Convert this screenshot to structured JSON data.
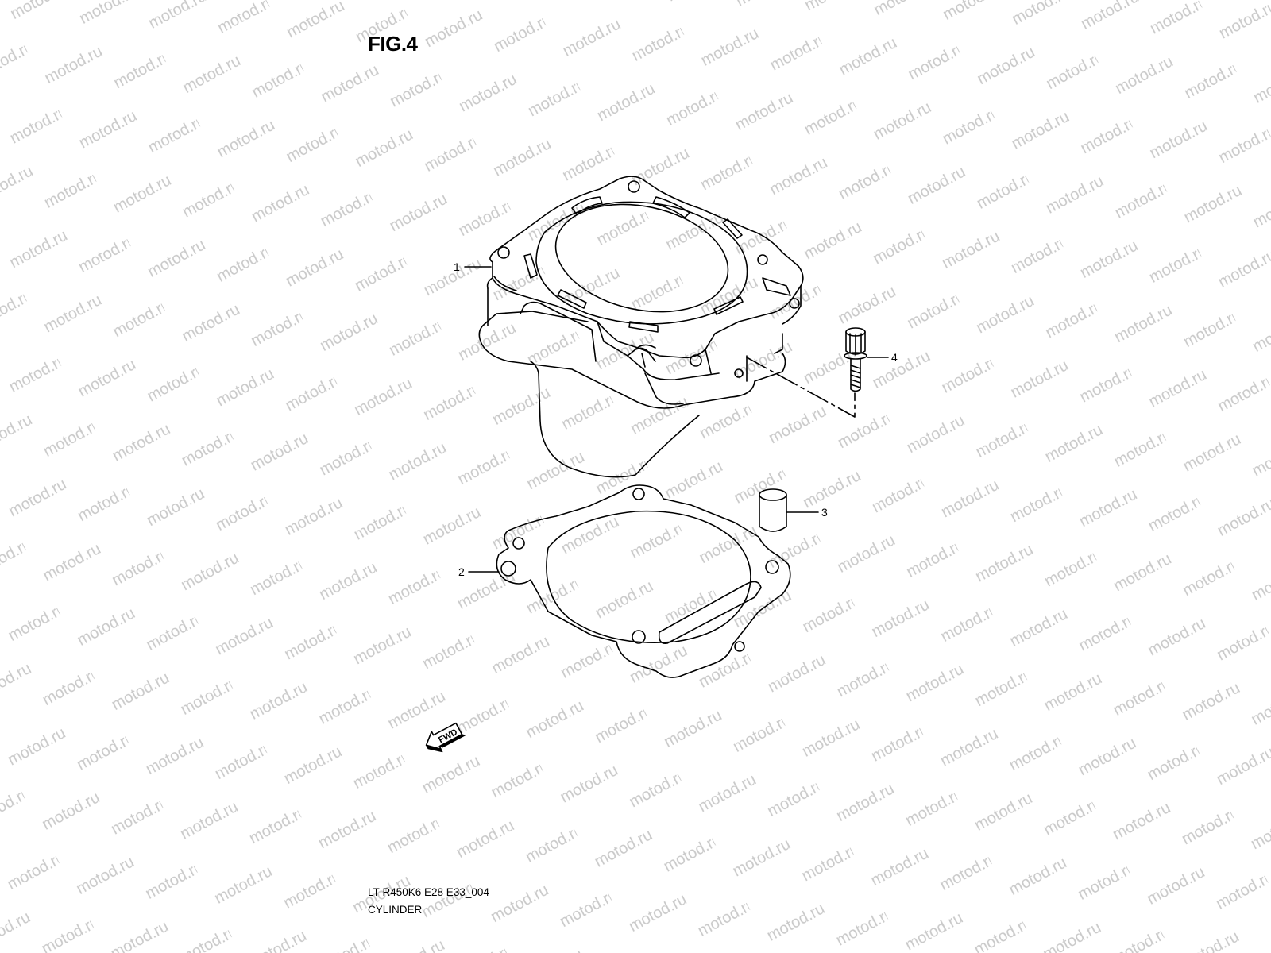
{
  "figure": {
    "title": "FIG.4",
    "code": "LT-R450K6 E28 E33_004",
    "name": "CYLINDER"
  },
  "watermark": {
    "text": "motod.ru",
    "color": "#c9c9c9"
  },
  "callouts": [
    {
      "number": "1",
      "part": "cylinder"
    },
    {
      "number": "2",
      "part": "cylinder-base-gasket"
    },
    {
      "number": "3",
      "part": "dowel-pin"
    },
    {
      "number": "4",
      "part": "cylinder-bolt"
    }
  ],
  "direction_marker": {
    "label": "FWD",
    "icon": "fwd-arrow-icon"
  },
  "colors": {
    "line": "#000000",
    "background": "#ffffff"
  }
}
